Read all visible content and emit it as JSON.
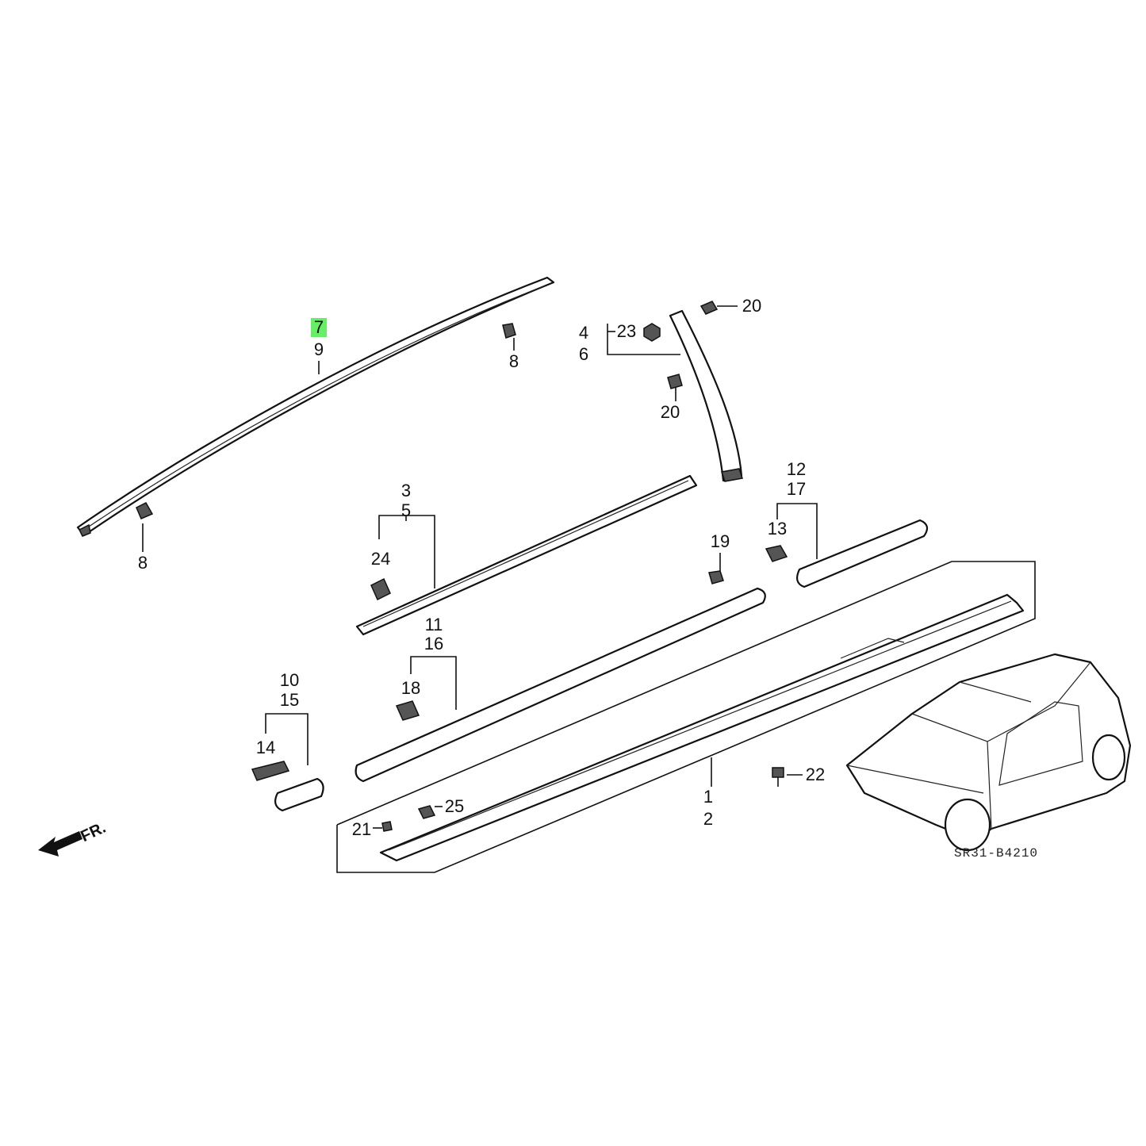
{
  "diagram": {
    "code": "SR31-B4210",
    "direction_label": "FR.",
    "highlight_color": "#66ee66",
    "highlighted_part": "7",
    "labels": [
      "7",
      "9",
      "8",
      "8",
      "20",
      "4",
      "23",
      "6",
      "20",
      "3",
      "5",
      "24",
      "12",
      "17",
      "13",
      "19",
      "11",
      "16",
      "18",
      "10",
      "15",
      "14",
      "25",
      "21",
      "22",
      "1",
      "2"
    ]
  }
}
